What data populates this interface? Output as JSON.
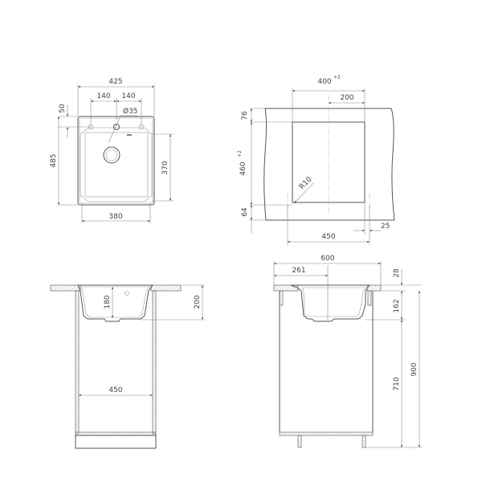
{
  "drawing": {
    "views": {
      "top_view": {
        "dimensions": {
          "overall_width": "425",
          "hole_spacing_left": "140",
          "hole_spacing_right": "140",
          "tap_hole_diameter": "Ø35",
          "tap_hole_offset": "50",
          "overall_depth": "485",
          "bowl_depth": "370",
          "bowl_width": "380"
        }
      },
      "cutout_view": {
        "dimensions": {
          "cutout_width": "400",
          "cutout_width_tolerance": "+2",
          "cutout_half_width": "200",
          "front_offset": "76",
          "cutout_depth": "460",
          "cutout_depth_tolerance": "+2",
          "corner_radius": "R10",
          "back_offset": "64",
          "cabinet_width": "450",
          "side_offset": "25"
        }
      },
      "front_section": {
        "dimensions": {
          "bowl_height": "180",
          "installation_depth": "200",
          "cabinet_inner_width": "450"
        }
      },
      "side_section": {
        "dimensions": {
          "worktop_depth": "600",
          "sink_offset": "261",
          "worktop_thickness": "28",
          "bowl_depth": "162",
          "cabinet_height": "710",
          "total_height": "900"
        }
      }
    }
  }
}
